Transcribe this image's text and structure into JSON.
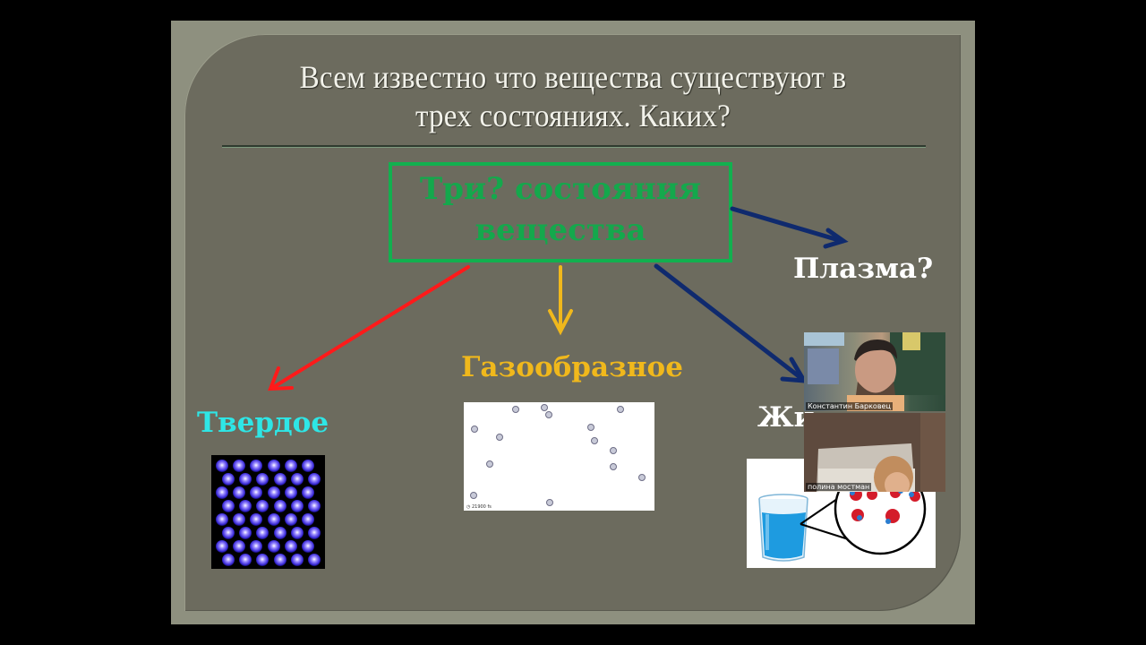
{
  "slide": {
    "title": "Всем известно что вещества существуют в трех состояниях. Каких?",
    "title_line1": "Всем известно что вещества существуют в",
    "title_line2": "трех состояниях. Каких?",
    "center_box": {
      "line1": "Три? состояния",
      "line2": "вещества",
      "color": "#14a84c"
    },
    "states": [
      {
        "label": "Твердое",
        "color": "#2ee6e6",
        "arrow_color": "#ff1a1a"
      },
      {
        "label": "Газообразное",
        "color": "#f0b81c",
        "arrow_color": "#f0b81c"
      },
      {
        "label": "Жи",
        "color": "#ffffff",
        "arrow_color": "#0f2a6e"
      },
      {
        "label": "Плазма?",
        "color": "#ffffff",
        "arrow_color": "#0f2a6e"
      }
    ],
    "gas_image": {
      "timer_text": "21900 fs"
    }
  },
  "video_call": {
    "participants": [
      {
        "name": "Константин Барковец"
      },
      {
        "name": "полина мостман"
      }
    ]
  }
}
